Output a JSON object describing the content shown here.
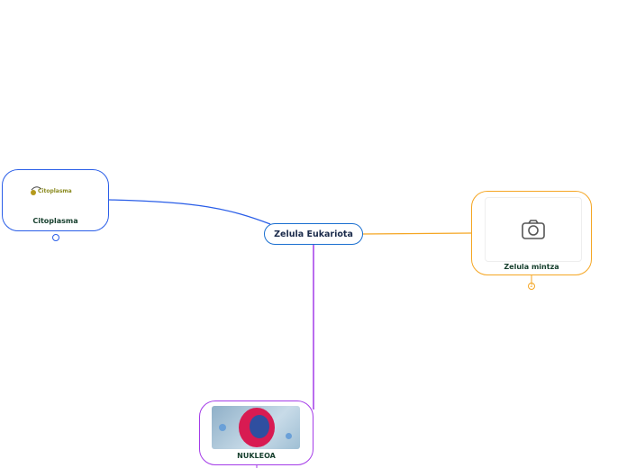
{
  "central": {
    "label": "Zelula Eukariota",
    "color": "#1a6fd0"
  },
  "branches": [
    {
      "label": "Citoplasma",
      "image_text": "Citoplasma",
      "color": "#2a5ee8",
      "badge": ""
    },
    {
      "label": "Zelula mintza",
      "image": "camera-placeholder",
      "color": "#f5a623",
      "badge": "2"
    },
    {
      "label": "NUKLEOA",
      "image": "cell-nucleus-illustration",
      "color": "#a43be8"
    }
  ]
}
